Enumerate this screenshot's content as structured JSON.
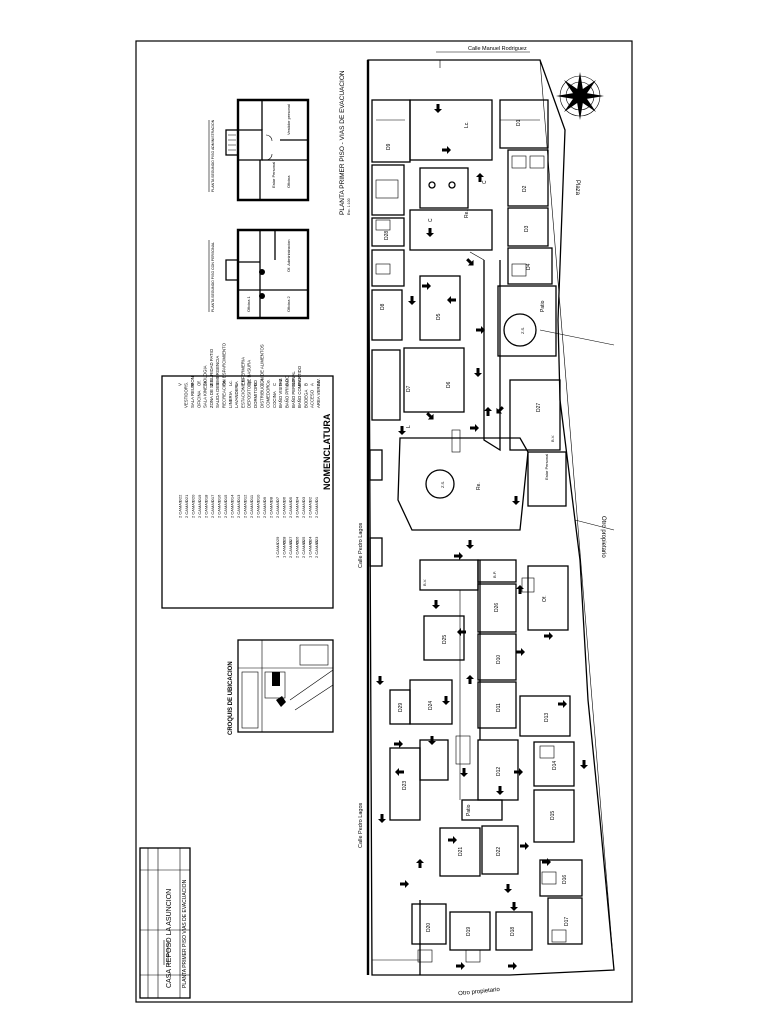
{
  "plan": {
    "title": "PLANTA PRIMER PISO - VIAS DE EVACUACION",
    "scale_note": "Esc. 1:100",
    "streets": {
      "top": "Calle Manuel Rodriguez",
      "middle": "Calle Pedro Lagos",
      "bottom": "Calle Pedro Lagos"
    },
    "neighbors": {
      "right_upper": "Plaza",
      "right_middle": "Otro propietario",
      "bottom": "Otro propietario"
    }
  },
  "mini_plans": {
    "upper_caption": "PLANTA SEGUNDO PISO ADMINISTRACION",
    "lower_caption": "PLANTA SEGUNDO PISO CON PERSONAL",
    "upper_labels": [
      "Vestidor personal",
      "Oficina",
      "Estar Personal"
    ],
    "lower_labels": [
      "Of. Administracion",
      "Oficina 2",
      "Oficina 1"
    ]
  },
  "nomenclature": {
    "title": "NOMENCLATURA",
    "codes": [
      "A.V.",
      "A",
      "B",
      "B.C.",
      "B.P.",
      "B.P.",
      "B.V.",
      "C",
      "Co.",
      "C.A.",
      "D",
      "Dp",
      "E.E.",
      "L",
      "Lc.",
      "Re.",
      "S",
      "Z.S.",
      "Zs",
      "Of.",
      "P",
      "S.",
      "V"
    ],
    "meanings": [
      "AREA VERDE",
      "ACCESO",
      "BODEGA",
      "BAÑO COMPARTIDO",
      "BAÑO PERSONAL",
      "BAÑO PRIVADO",
      "BAÑO VISITAS",
      "COCINA",
      "COMEDOR",
      "DISTRIBUCION DE ALIMENTOS",
      "DORMITORIO",
      "DEPOSITO DE BASURA",
      "ESTACION ENFERMERIA",
      "LAVANDERIA",
      "LINERIA",
      "RECREACION ESPARCIMIENTO",
      "SALIDA DE EMERGENCIA",
      "ZONA DE SEGURIDAD PATIO",
      "SALA KINESIOLOGIA",
      "OFICINA",
      "SALA REUNION",
      "VESTIDOR",
      ""
    ],
    "rooms_a": [
      "D1",
      "D2",
      "D3",
      "D4",
      "D5",
      "D6",
      "D7",
      "D8",
      "D9",
      "D10",
      "D11",
      "D12",
      "D13",
      "D14",
      "D15",
      "D16",
      "D17",
      "D18",
      "D19",
      "D20",
      "D21",
      "D22"
    ],
    "beds_a": [
      "2 CAMAS",
      "2 CAMAS",
      "2 CAMAS",
      "3 CAMAS",
      "2 CAMAS",
      "2 CAMAS",
      "2 CAMAS",
      "2 CAMAS",
      "2 CAMAS",
      "2 CAMAS",
      "2 CAMAS",
      "2 CAMAS",
      "2 CAMAS",
      "2 CAMAS",
      "2 CAMAS",
      "2 CAMAS",
      "2 CAMAS",
      "2 CAMAS",
      "2 CAMAS",
      "2 CAMAS",
      "2 CAMAS",
      "2 CAMAS"
    ],
    "rooms_b": [
      "D23",
      "D24",
      "D25",
      "D26",
      "D27",
      "D28",
      "D29"
    ],
    "beds_b": [
      "2 CAMAS",
      "1 CAMAS",
      "2 CAMAS",
      "2 CAMAS",
      "2 CAMAS",
      "1 CAMAS",
      "1 CAMA"
    ]
  },
  "location": {
    "title": "CROQUIS DE UBICACION"
  },
  "title_block": {
    "project": "CASA REPOSO LA ASUNCION",
    "sheet": "PLANTA PRIMER PISO VIAS DE EVACUACION"
  },
  "room_labels": {
    "upper_wing": [
      "D1",
      "D2",
      "D3",
      "D4",
      "D5",
      "D6",
      "D7",
      "D8",
      "D9",
      "D27",
      "D28",
      "Lc.",
      "C",
      "C",
      "Re.",
      "L",
      "B.V.",
      "Estar Personal",
      "Patio"
    ],
    "courtyard": [
      "Z.S.",
      "Z.S.",
      "Re."
    ],
    "lower_wing": [
      "D10",
      "D11",
      "D12",
      "D13",
      "D14",
      "D15",
      "D16",
      "D17",
      "D18",
      "D19",
      "D20",
      "D21",
      "D22",
      "D23",
      "D24",
      "D25",
      "D26",
      "D29",
      "Patio",
      "Of.",
      "B.P.",
      "B.V."
    ]
  },
  "colors": {
    "line": "#000000",
    "background": "#ffffff"
  }
}
